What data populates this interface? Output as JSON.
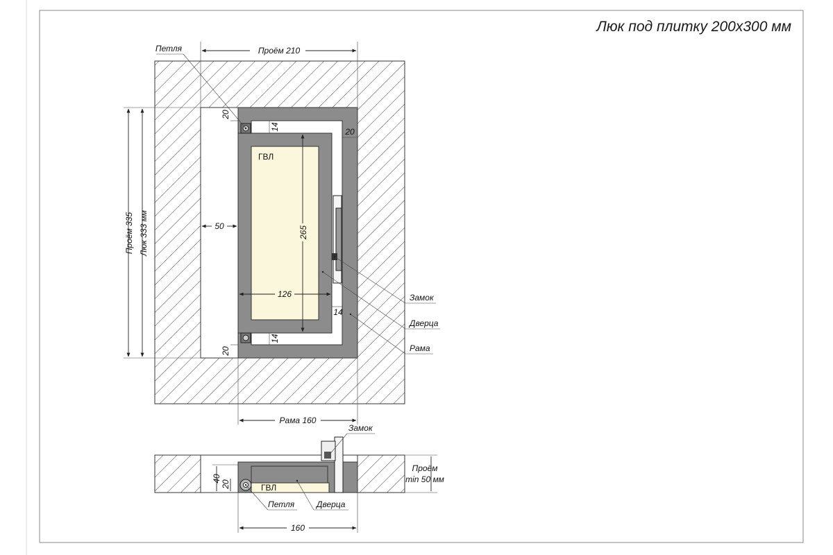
{
  "title": "Люк под плитку 200х300 мм",
  "front_view": {
    "hinge_label": "Петля",
    "opening_width_label": "Проём 210",
    "opening_height_label": "Проём 335",
    "hatch_height_label": "Люк 333 мм",
    "dim_50": "50",
    "dim_265": "265",
    "dim_126": "126",
    "dim_20_top": "20",
    "dim_14_top": "14",
    "dim_20_right": "20",
    "dim_14_right": "14",
    "dim_14_bottom": "14",
    "dim_20_bottom": "20",
    "board_label": "ГВЛ",
    "lock_label": "Замок",
    "door_label": "Дверца",
    "frame_label": "Рама",
    "frame_width_label": "Рама 160"
  },
  "section_view": {
    "lock_label": "Замок",
    "opening_label_line1": "Проём",
    "opening_label_line2": "min 50 мм",
    "dim_40": "40",
    "dim_20": "20",
    "board_label": "ГВЛ",
    "hinge_label": "Петля",
    "door_label": "Дверца",
    "width_label": "160"
  }
}
